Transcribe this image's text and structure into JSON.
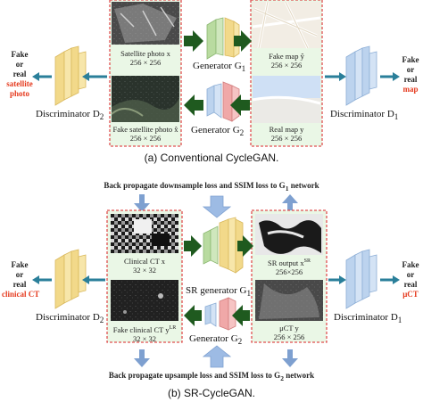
{
  "panel_a": {
    "output_left": [
      "Fake",
      "or",
      "real"
    ],
    "output_left_class": [
      "satellite",
      "photo"
    ],
    "output_right": [
      "Fake",
      "or",
      "real"
    ],
    "output_right_class": "map",
    "disc_left": "Discriminator D",
    "disc_left_sub": "2",
    "disc_right": "Discriminator D",
    "disc_right_sub": "1",
    "gen_top": "Generator G",
    "gen_top_sub": "1",
    "gen_bottom": "Generator G",
    "gen_bottom_sub": "2",
    "img_sat": [
      "Satellite photo x",
      "256 × 256"
    ],
    "img_fake_map": [
      "Fake map ŷ",
      "256 × 256"
    ],
    "img_fake_sat": [
      "Fake satellite photo x̂",
      "256 × 256"
    ],
    "img_real_map": [
      "Real map y",
      "256 × 256"
    ],
    "caption": "(a) Conventional CycleGAN."
  },
  "panel_b": {
    "top_note": "Back propagate downsample loss and SSIM loss to G",
    "top_note_sub": "1",
    "top_note_end": " network",
    "bottom_note": "Back propagate upsample loss and SSIM loss to G",
    "bottom_note_sub": "2",
    "bottom_note_end": " network",
    "output_left": [
      "Fake",
      "or",
      "real"
    ],
    "output_left_class": "clinical CT",
    "output_right": [
      "Fake",
      "or",
      "real"
    ],
    "output_right_class": "μCT",
    "disc_left": "Discriminator D",
    "disc_left_sub": "2",
    "disc_right": "Discriminator D",
    "disc_right_sub": "1",
    "gen_top": "SR generator G",
    "gen_top_sub": "1",
    "gen_bottom": "Generator G",
    "gen_bottom_sub": "2",
    "img_clinical": [
      "Clinical CT x",
      "32 × 32"
    ],
    "img_sr": [
      "SR output x",
      "256×256"
    ],
    "img_sr_sup": "SR",
    "img_fake_clinical": [
      "Fake clinical CT y",
      "32 × 32"
    ],
    "img_fake_clinical_sup": "LR",
    "img_mu": [
      "μCT y",
      "256 × 256"
    ],
    "caption": "(b) SR-CycleGAN."
  },
  "colors": {
    "green_box": "#eaf7e6",
    "red_dash": "#e05050",
    "dark_green_arrow": "#1f5a1f",
    "teal_arrow": "#2a7f9a",
    "blue_arrow": "#8fb0d8",
    "yellow_net": "#f2d98a",
    "green_net": "#b9dba0",
    "blue_net": "#bcd3ee",
    "red_net": "#f0a8a8",
    "label_red": "#e53a1e"
  }
}
